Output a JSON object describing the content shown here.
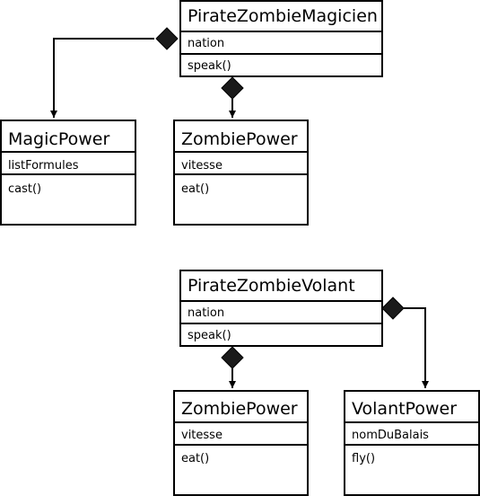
{
  "classes": {
    "pzm": {
      "name": "PirateZombieMagicien",
      "attribute": "nation",
      "operation": "speak()"
    },
    "magic": {
      "name": "MagicPower",
      "attribute": "listFormules",
      "operation": "cast()"
    },
    "zp1": {
      "name": "ZombiePower",
      "attribute": "vitesse",
      "operation": "eat()"
    },
    "pzv": {
      "name": "PirateZombieVolant",
      "attribute": "nation",
      "operation": "speak()"
    },
    "zp2": {
      "name": "ZombiePower",
      "attribute": "vitesse",
      "operation": "eat()"
    },
    "volant": {
      "name": "VolantPower",
      "attribute": "nomDuBalais",
      "operation": "fly()"
    }
  },
  "relations": [
    {
      "type": "composition",
      "whole": "PirateZombieMagicien",
      "part": "MagicPower"
    },
    {
      "type": "composition",
      "whole": "PirateZombieMagicien",
      "part": "ZombiePower"
    },
    {
      "type": "composition",
      "whole": "PirateZombieVolant",
      "part": "ZombiePower"
    },
    {
      "type": "composition",
      "whole": "PirateZombieVolant",
      "part": "VolantPower"
    }
  ]
}
